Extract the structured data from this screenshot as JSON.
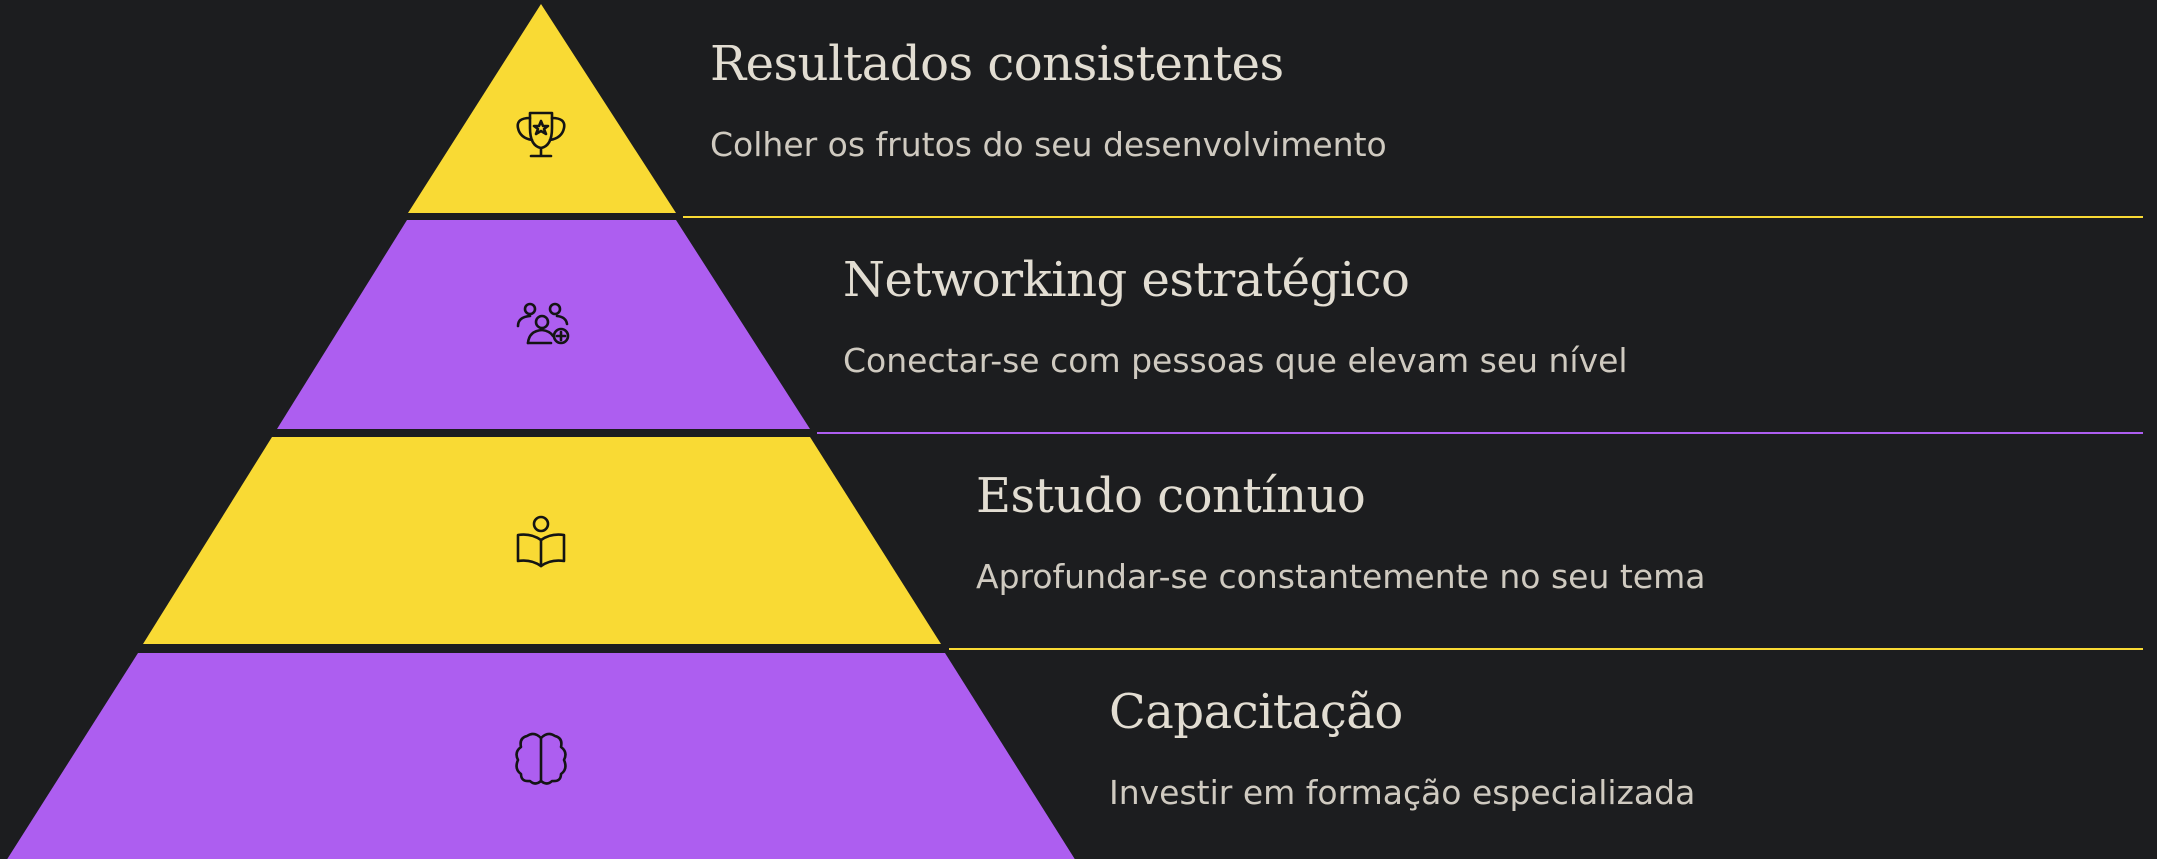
{
  "colors": {
    "background": "#1c1d1f",
    "yellow": "#f9da34",
    "purple": "#ad5ef0",
    "title_text": "#e2ddd2",
    "desc_text": "#cfcac0",
    "icon_stroke": "#141414"
  },
  "pyramid": {
    "levels": [
      {
        "title": "Resultados consistentes",
        "description": "Colher os frutos do seu desenvolvimento",
        "icon": "trophy-icon",
        "color": "yellow"
      },
      {
        "title": "Networking estratégico",
        "description": "Conectar-se com pessoas que elevam seu nível",
        "icon": "add-user-group-icon",
        "color": "purple"
      },
      {
        "title": "Estudo contínuo",
        "description": "Aprofundar-se constantemente no seu tema",
        "icon": "reading-person-icon",
        "color": "yellow"
      },
      {
        "title": "Capacitação",
        "description": "Investir em formação especializada",
        "icon": "brain-icon",
        "color": "purple"
      }
    ]
  }
}
